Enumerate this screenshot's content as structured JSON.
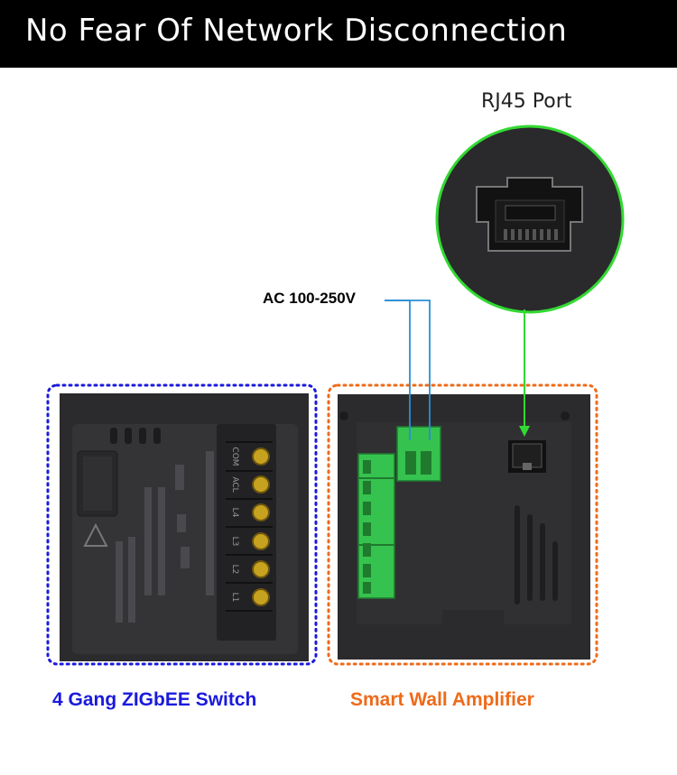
{
  "banner": {
    "title": "No Fear Of Network Disconnection"
  },
  "callouts": {
    "rj45": "RJ45 Port",
    "ac_input": "AC 100-250V"
  },
  "captions": {
    "left": "4 Gang ZIGbEE Switch",
    "right": "Smart Wall Amplifier"
  },
  "switch_panel": {
    "terminal_labels": [
      "COM",
      "ACL",
      "L4",
      "L3",
      "L2",
      "L1"
    ]
  },
  "colors": {
    "left_border": "#1a1adc",
    "right_border": "#ee6b1a",
    "pointer": "#33d933",
    "wire": "#2a8fd6",
    "terminal": "#36c24e"
  }
}
